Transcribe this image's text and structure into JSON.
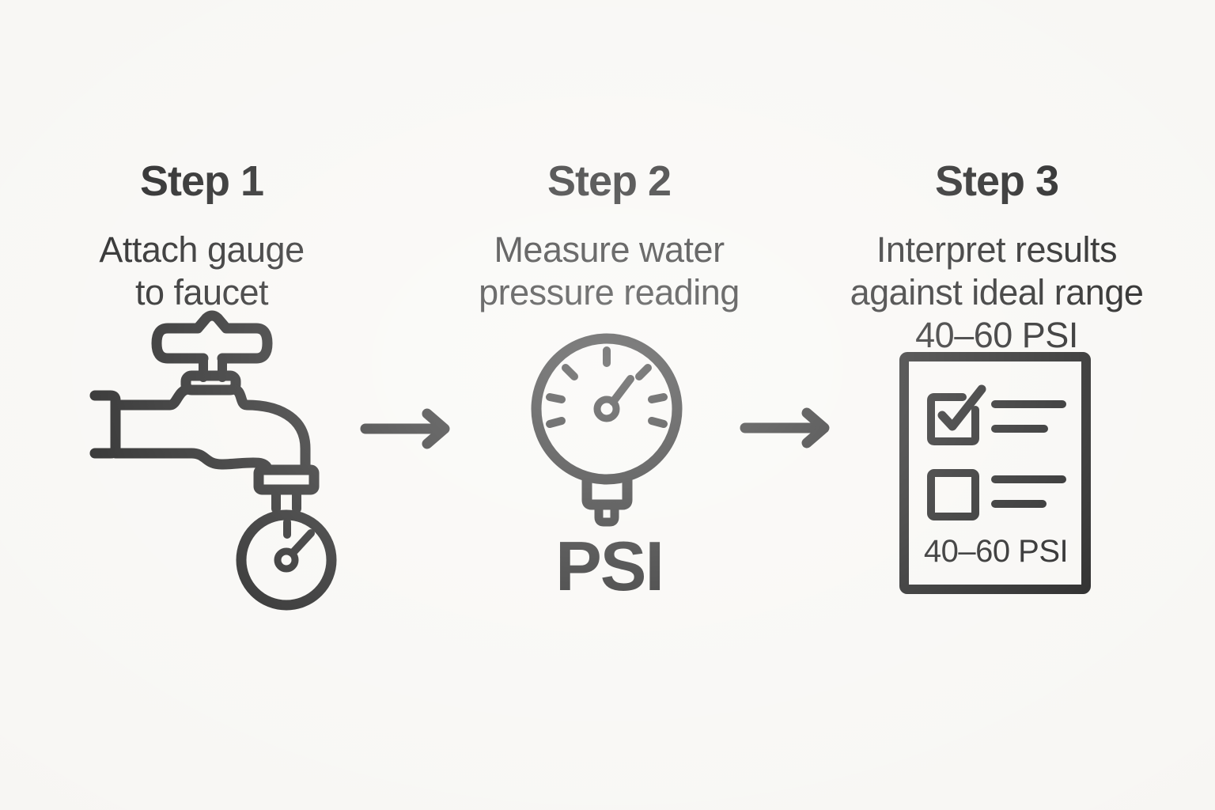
{
  "colors": {
    "ink": "#1c1c1c",
    "background": "#f8f7f4"
  },
  "steps": [
    {
      "title": "Step 1",
      "lines": [
        "Attach gauge",
        "to faucet"
      ],
      "icon": "faucet-with-pressure-gauge"
    },
    {
      "title": "Step 2",
      "lines": [
        "Measure water",
        "pressure reading"
      ],
      "icon": "pressure-gauge-dial",
      "caption": "PSI"
    },
    {
      "title": "Step 3",
      "lines": [
        "Interpret results",
        "against ideal range",
        "40–60 PSI"
      ],
      "icon": "results-checklist",
      "checklist_label": "40–60 PSI"
    }
  ],
  "connectors": {
    "arrow_1": "right-arrow",
    "arrow_2": "right-arrow"
  }
}
